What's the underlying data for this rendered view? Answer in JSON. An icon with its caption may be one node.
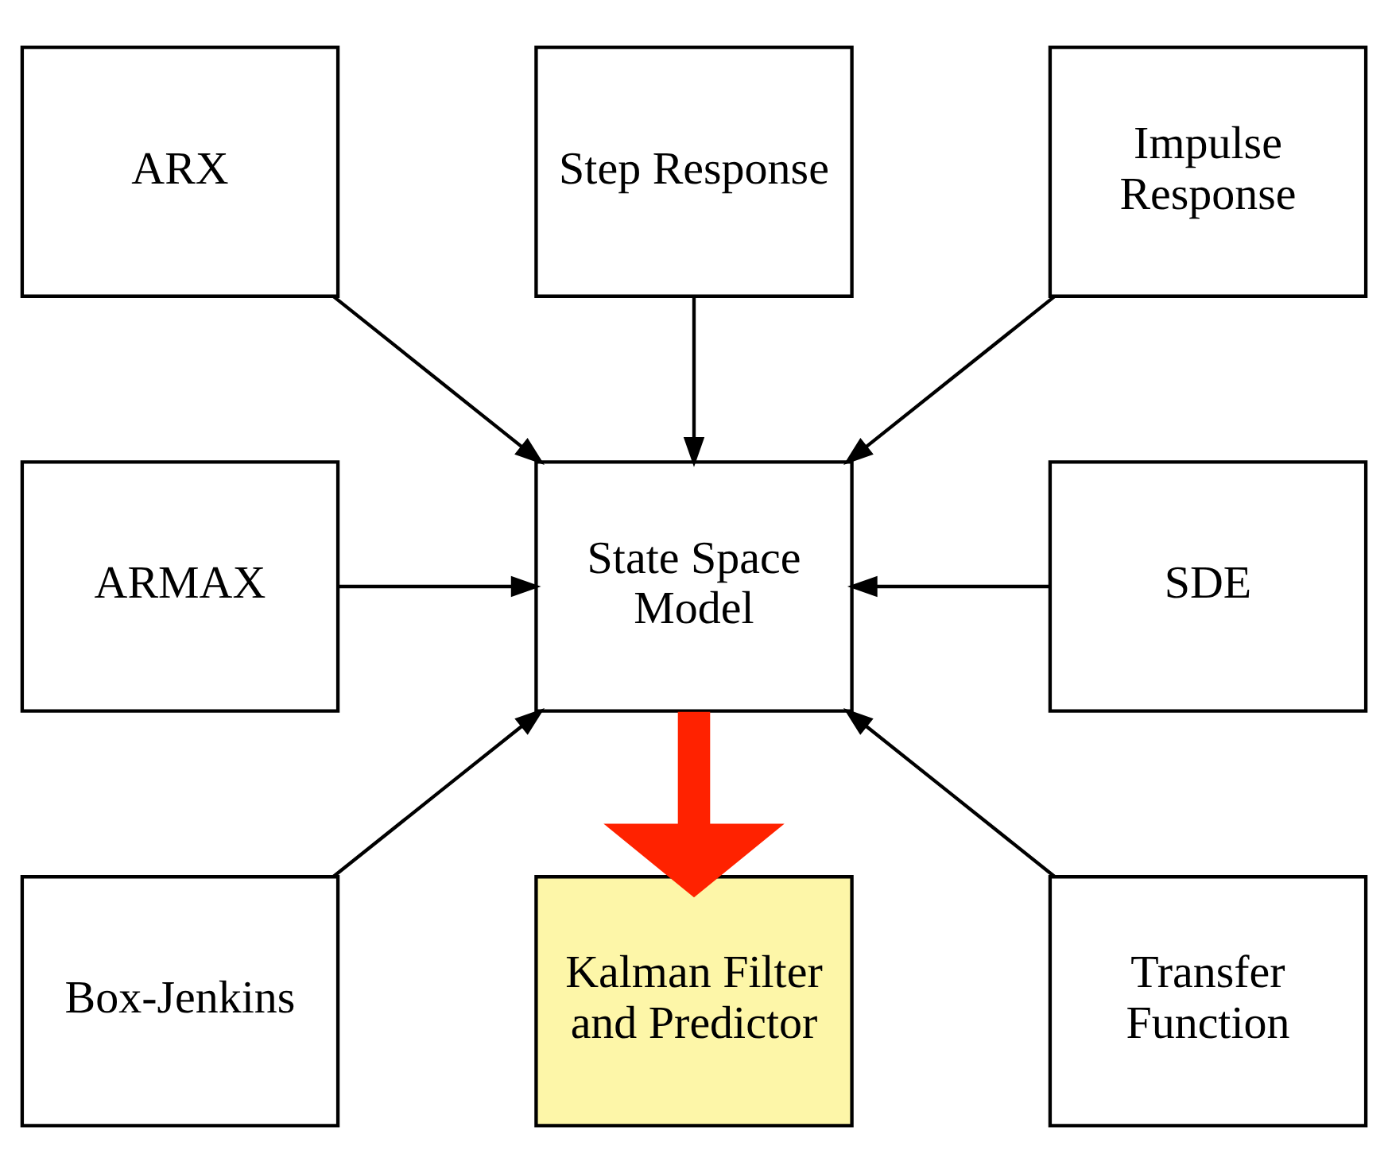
{
  "diagram": {
    "nodes": [
      {
        "text": [
          "ARX"
        ]
      },
      {
        "text": [
          "Step Response"
        ]
      },
      {
        "text": [
          "Impulse Response"
        ]
      },
      {
        "text": [
          "ARMAX"
        ]
      },
      {
        "text": [
          "State Space Model"
        ]
      },
      {
        "text": [
          "SDE"
        ]
      },
      {
        "text": [
          "Box-Jenkins"
        ]
      },
      {
        "text": [
          "Kalman Filter and Predictor"
        ]
      },
      {
        "text": [
          "Transfer Function"
        ]
      }
    ],
    "edges": [
      {
        "from": 0,
        "to": 4,
        "arrow": "to"
      },
      {
        "from": 1,
        "to": 4,
        "arrow": "to"
      },
      {
        "from": 2,
        "to": 4,
        "arrow": "to"
      },
      {
        "from": 3,
        "to": 4,
        "arrow": "to"
      },
      {
        "from": 5,
        "to": 4,
        "arrow": "to"
      },
      {
        "from": 6,
        "to": 4,
        "arrow": "to"
      },
      {
        "from": 8,
        "to": 4,
        "arrow": "to"
      },
      {
        "from": 4,
        "to": 7,
        "arrow": "to",
        "style": "thick",
        "color": "#ff2200"
      }
    ]
  }
}
